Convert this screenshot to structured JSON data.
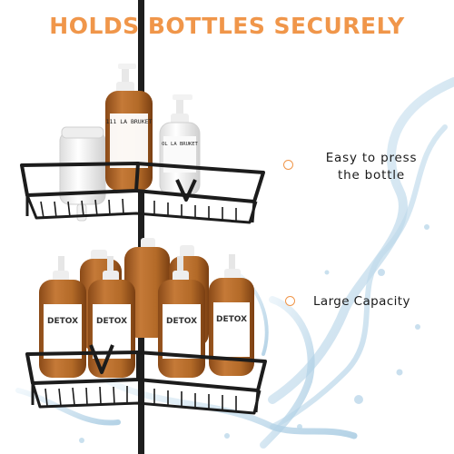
{
  "headline": "HOLDS BOTTLES SECURELY",
  "callouts": [
    {
      "text_line1": "Easy to press",
      "text_line2": "the bottle"
    },
    {
      "text": "Large Capacity"
    }
  ],
  "top_shelf": {
    "bottle_labels": [
      {
        "brand": "111 LA BRUKET"
      },
      {
        "brand": "OL LA BRUKET"
      }
    ]
  },
  "bottom_shelf": {
    "bottle_labels": [
      "DETOX",
      "DETOX",
      "DETOX",
      "DETOX"
    ]
  },
  "colors": {
    "accent": "#f0964a",
    "amber_bottle": "#b86a2a",
    "shelf_frame": "#1c1c1c",
    "water": "#a9cde3"
  }
}
